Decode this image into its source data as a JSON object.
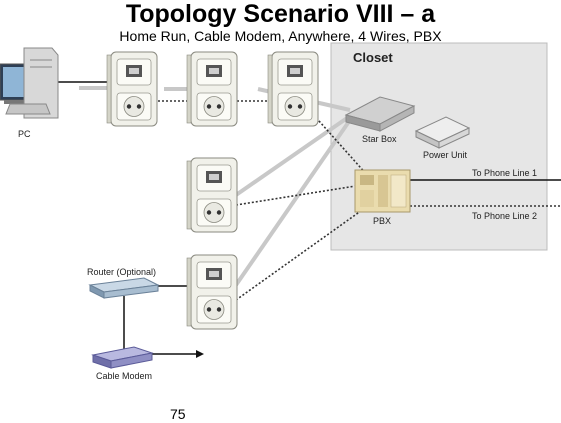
{
  "title": "Topology Scenario VIII – a",
  "subtitle": "Home Run, Cable Modem, Anywhere, 4 Wires, PBX",
  "closet_label": "Closet",
  "labels": {
    "pc": "PC",
    "star_box": "Star Box",
    "power_unit": "Power Unit",
    "pbx": "PBX",
    "phone_line_1": "To Phone Line 1",
    "phone_line_2": "To Phone Line 2",
    "router": "Router (Optional)",
    "cable_modem": "Cable Modem"
  },
  "page_number": "75",
  "colors": {
    "closet_fill": "#e6e6e6",
    "closet_border": "#bcbcbc",
    "outlet_fill": "#f1f1ea",
    "cable_gray": "#c8c8c8",
    "pbx_fill": "#eadcae",
    "router_fill": "#a8bdd0",
    "modem_fill": "#8f8fc4"
  }
}
